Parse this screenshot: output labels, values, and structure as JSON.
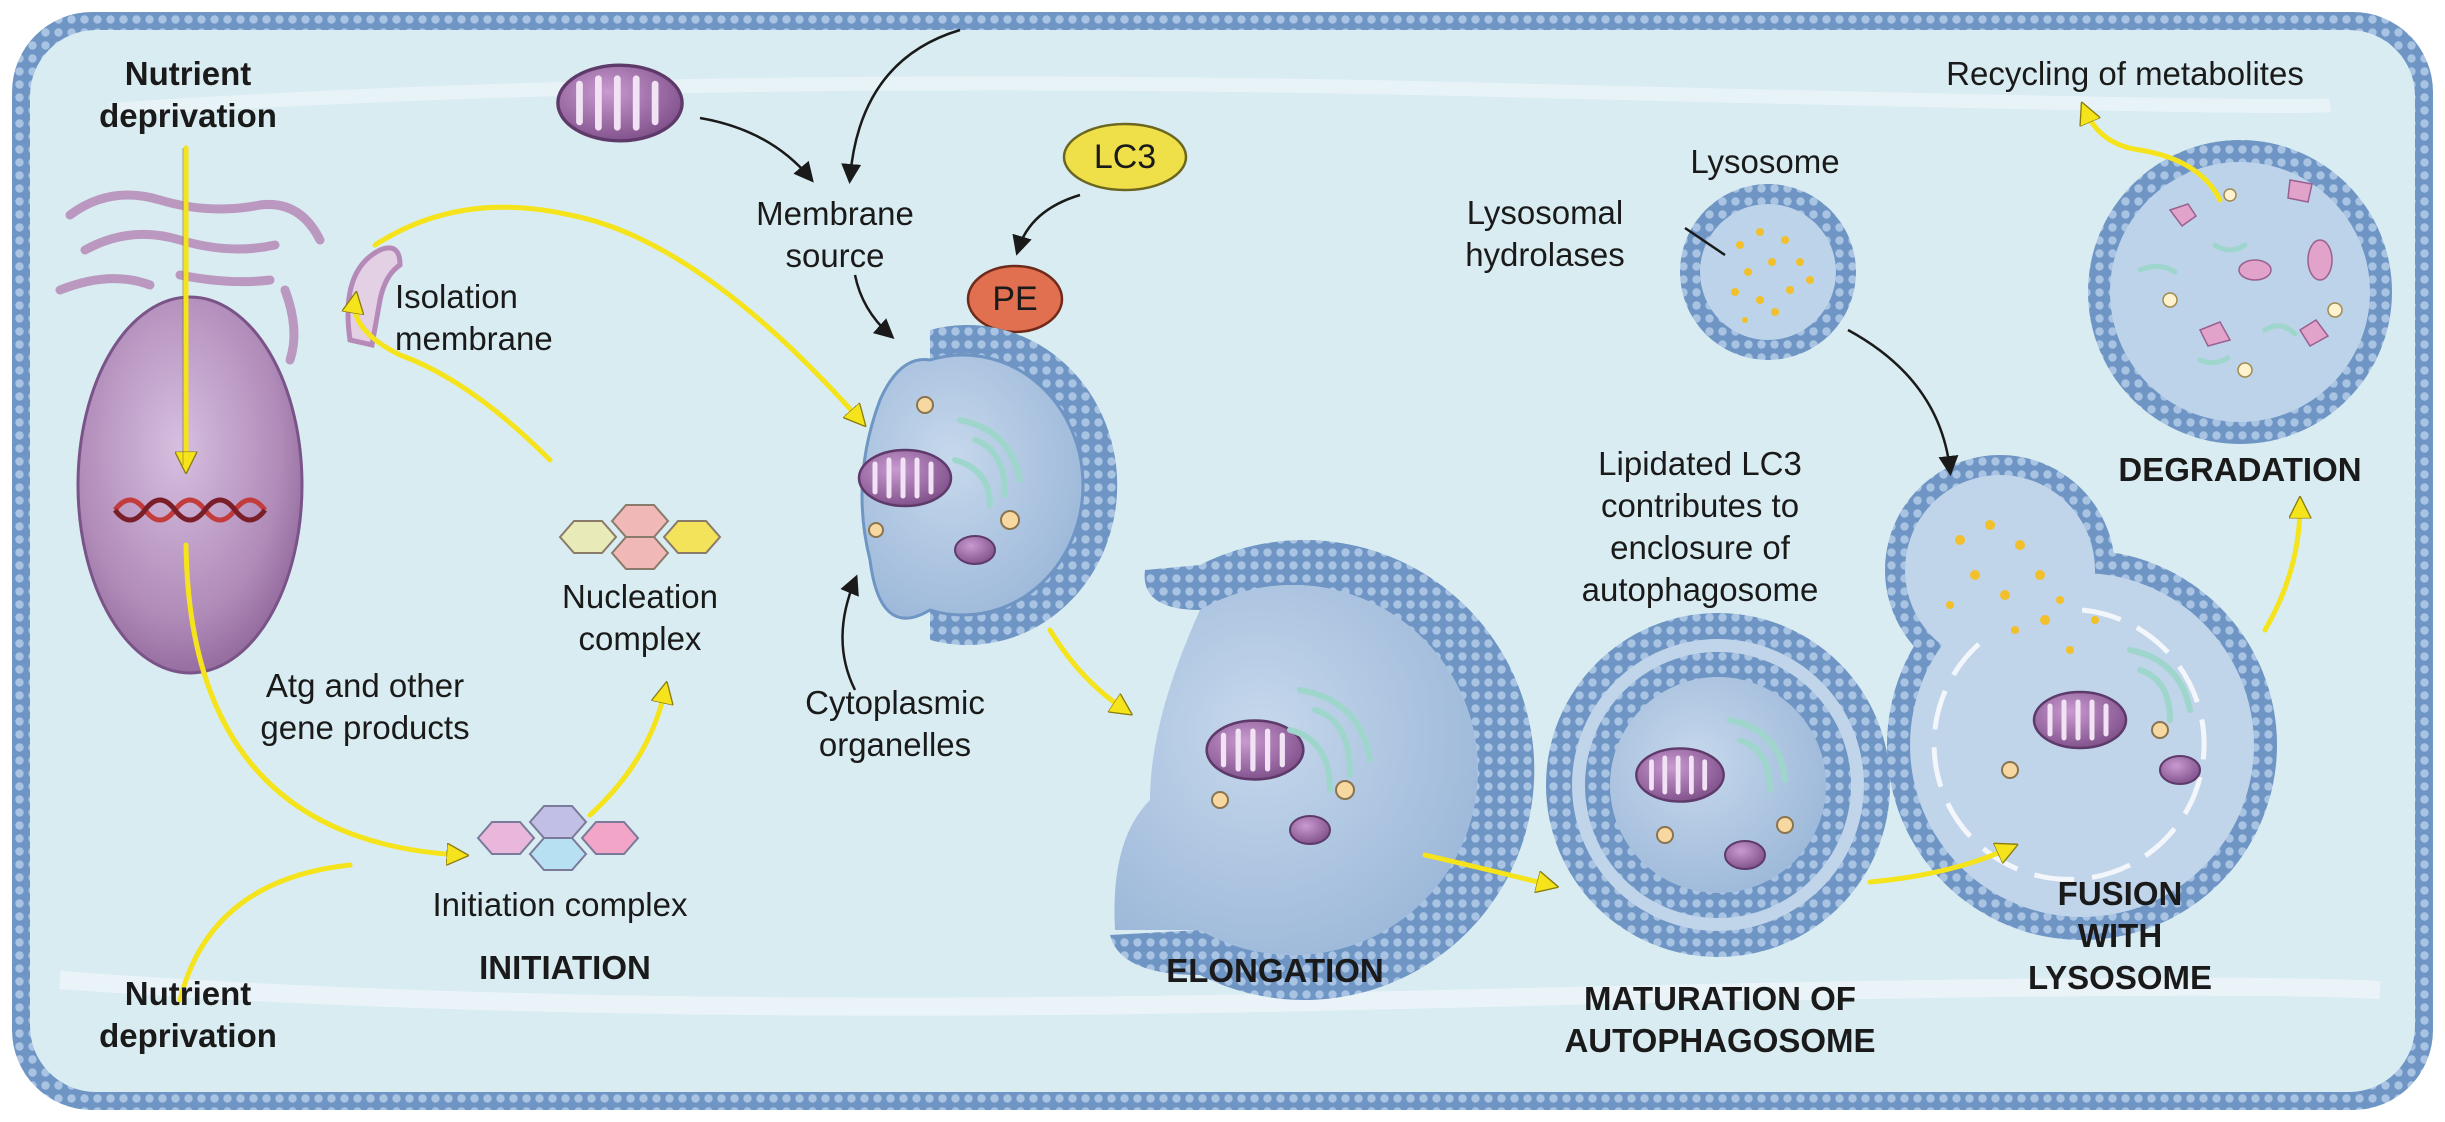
{
  "colors": {
    "cell_fill": "#d9ecf2",
    "membrane": "#6e95c4",
    "arrow_yellow": "#f5e31c",
    "nucleus": "#b38bb8",
    "lc3": "#efe04a",
    "pe": "#e0704f",
    "lysosome_dots": "#f2c02a"
  },
  "labels": {
    "nutrient_top": [
      "Nutrient",
      "deprivation"
    ],
    "nutrient_bottom": [
      "Nutrient",
      "deprivation"
    ],
    "isolation_membrane": [
      "Isolation",
      "membrane"
    ],
    "membrane_source": [
      "Membrane",
      "source"
    ],
    "lc3": "LC3",
    "pe": "PE",
    "nucleation_complex": [
      "Nucleation",
      "complex"
    ],
    "atg_products": [
      "Atg and other",
      "gene products"
    ],
    "initiation_complex": "Initiation complex",
    "cytoplasmic_organelles": [
      "Cytoplasmic",
      "organelles"
    ],
    "lysosome": "Lysosome",
    "lysosomal_hydrolases": [
      "Lysosomal",
      "hydrolases"
    ],
    "lipidated_lc3": [
      "Lipidated LC3",
      "contributes to",
      "enclosure of",
      "autophagosome"
    ],
    "recycling": "Recycling of metabolites"
  },
  "stages": {
    "initiation": "INITIATION",
    "elongation": "ELONGATION",
    "maturation": [
      "MATURATION OF",
      "AUTOPHAGOSOME"
    ],
    "fusion": [
      "FUSION",
      "WITH",
      "LYSOSOME"
    ],
    "degradation": "DEGRADATION"
  }
}
